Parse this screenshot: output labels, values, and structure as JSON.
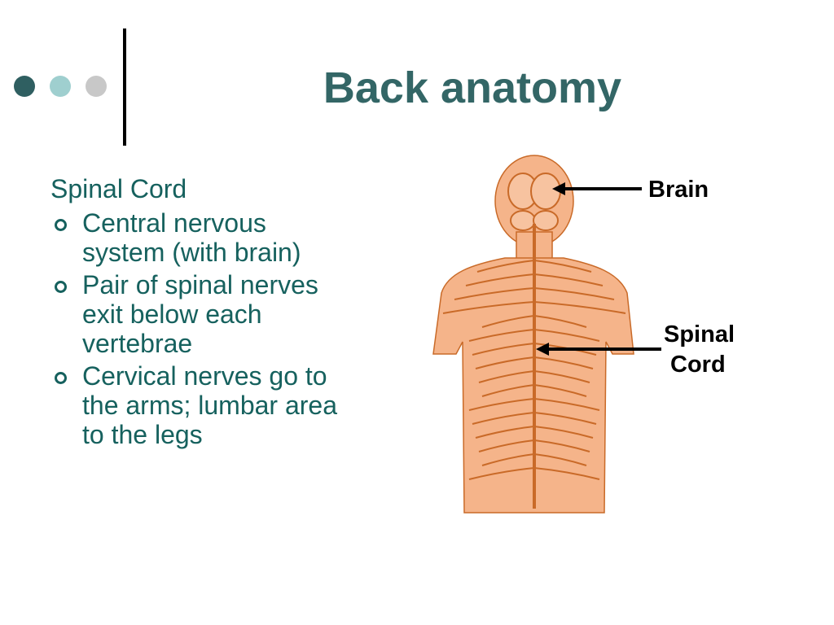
{
  "slide": {
    "title": "Back anatomy",
    "heading": "Spinal Cord",
    "bullets": [
      "Central nervous system (with brain)",
      "Pair of spinal nerves exit below each vertebrae",
      "Cervical nerves go to the arms; lumbar area to the legs"
    ]
  },
  "figure": {
    "label_brain": "Brain",
    "label_spinal_line1": "Spinal",
    "label_spinal_line2": "Cord"
  },
  "colors": {
    "accent": "#336666",
    "text": "#16615e",
    "dot_dark": "#2f5f61",
    "dot_mid": "#9fcfcf",
    "dot_light": "#c8c8c8",
    "skin": "#f5b48a",
    "nerve": "#c96a28"
  }
}
